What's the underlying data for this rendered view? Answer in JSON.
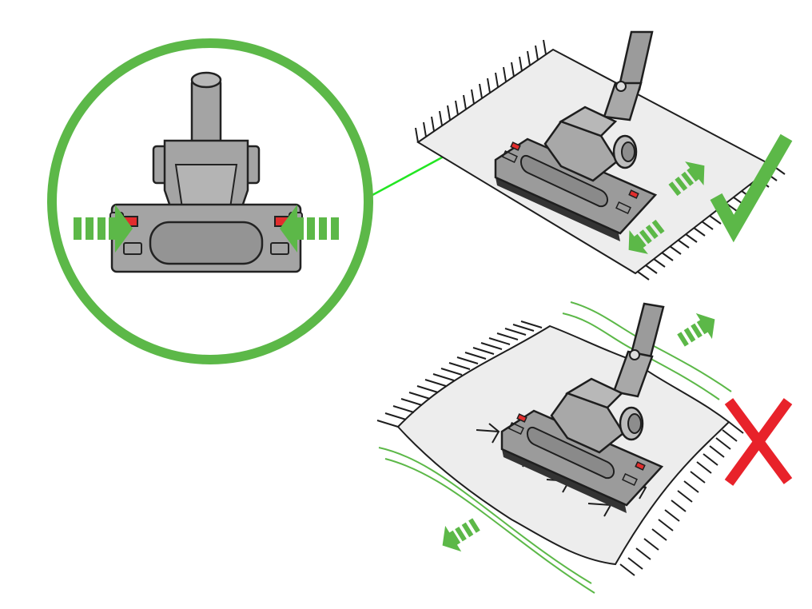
{
  "diagram": {
    "panels": [
      {
        "id": "zoom-detail",
        "content": "brush-bar-release-buttons",
        "indicator": "press-arrows"
      },
      {
        "id": "correct-use",
        "status": "correct",
        "icon": "checkmark-icon"
      },
      {
        "id": "incorrect-use",
        "status": "incorrect",
        "icon": "cross-icon"
      }
    ],
    "colors": {
      "accent_green": "#5cb848",
      "ok_green": "#5cb848",
      "error_red": "#e8222a",
      "release_button_red": "#e22d2d",
      "tool_grey": "#a4a4a4",
      "tool_dark": "#6a6a6a",
      "rug_fill": "#ededed",
      "outline": "#1e1e1e",
      "zoom_line_green": "#22e622"
    }
  }
}
